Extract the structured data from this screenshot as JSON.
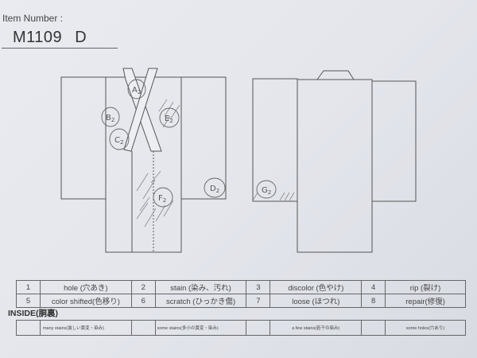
{
  "header": {
    "item_number_label": "Item Number :",
    "item_number": "M1109  D"
  },
  "diagram": {
    "front_markers": [
      {
        "letter": "A",
        "sub": "2"
      },
      {
        "letter": "B",
        "sub": "2"
      },
      {
        "letter": "C",
        "sub": "2"
      },
      {
        "letter": "E",
        "sub": "2"
      },
      {
        "letter": "F",
        "sub": "2"
      },
      {
        "letter": "D",
        "sub": "2"
      }
    ],
    "back_markers": [
      {
        "letter": "G",
        "sub": "2"
      }
    ]
  },
  "legend": {
    "rows": [
      [
        {
          "num": "1",
          "label": "hole (穴あき)"
        },
        {
          "num": "2",
          "label": "stain (染み、汚れ)"
        },
        {
          "num": "3",
          "label": "discolor (色やけ)"
        },
        {
          "num": "4",
          "label": "rip (裂け)"
        }
      ],
      [
        {
          "num": "5",
          "label": "color shifted(色移り)"
        },
        {
          "num": "6",
          "label": "scratch (ひっかき傷)"
        },
        {
          "num": "7",
          "label": "loose (ほつれ)"
        },
        {
          "num": "8",
          "label": "repair(修復)"
        }
      ]
    ]
  },
  "inside": {
    "title": "INSIDE(胴裏)",
    "items": [
      "many stains(激しい黄変・染み)",
      "some stains(多小の黄変・染み)",
      "a few stains(若干の染み)",
      "some holes(穴あり)"
    ]
  }
}
